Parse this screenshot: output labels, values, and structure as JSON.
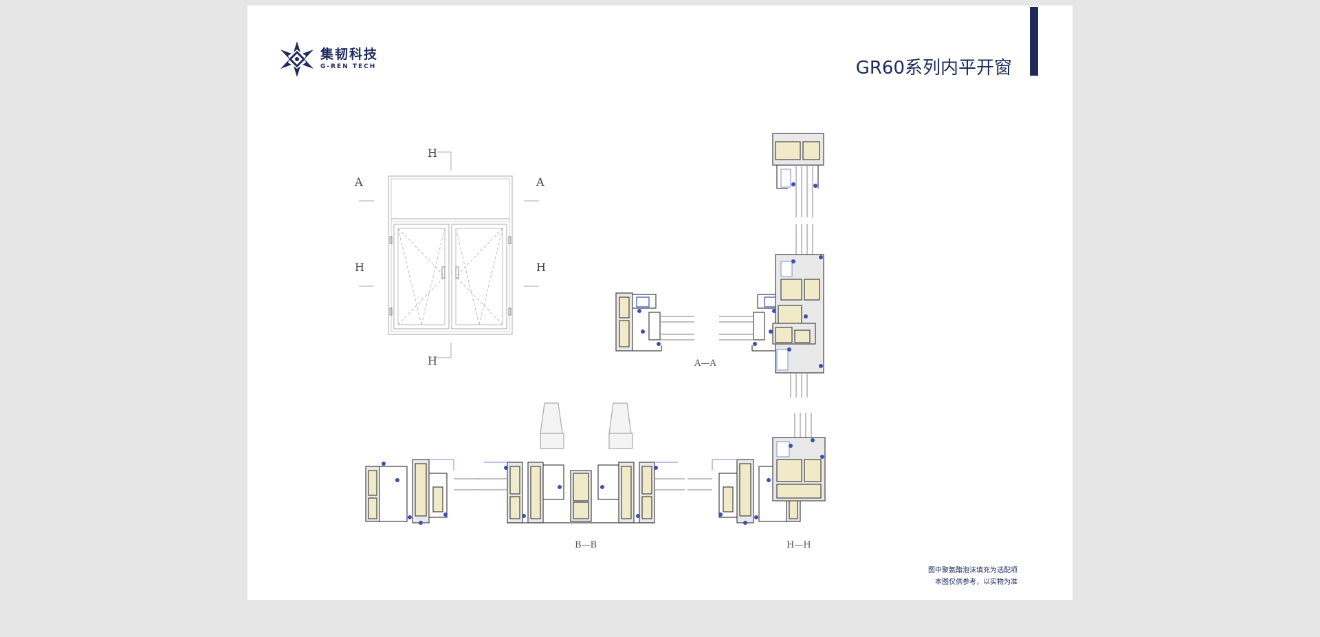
{
  "brand": {
    "name_cn": "集韧科技",
    "name_en": "G-REN TECH"
  },
  "title": "GR60系列内平开窗",
  "elevation_labels": {
    "top": "H",
    "bottom": "H",
    "left_top": "A",
    "right_top": "A",
    "left_mid": "H",
    "right_mid": "H"
  },
  "captions": {
    "aa": "A—A",
    "bb": "B—B",
    "hh": "H—H"
  },
  "notes": [
    "图中聚氨酯泡沫填充为选配项",
    "本图仅供参考，以实物为准"
  ],
  "colors": {
    "brand": "#1e2a5e",
    "foam": "#f0eac8",
    "gasket": "#3a4fb0",
    "glass": "#cfd8f0"
  }
}
